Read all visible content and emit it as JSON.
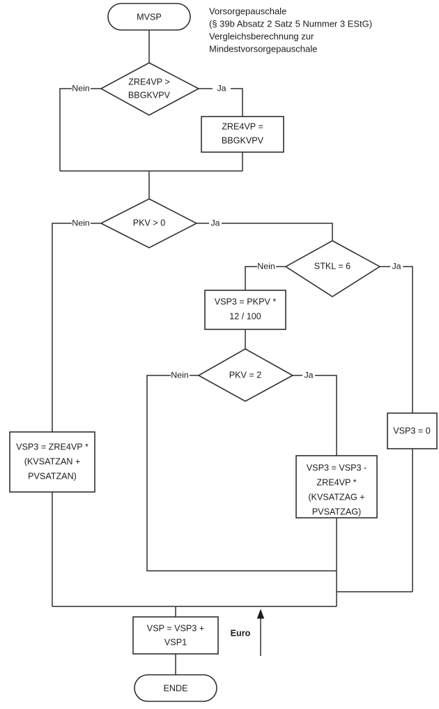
{
  "diagram": {
    "kind": "flowchart",
    "language": "de",
    "title_block": {
      "lines": [
        "Vorsorgepauschale",
        "(§ 39b Absatz 2 Satz 5 Nummer 3 EStG)",
        "Vergleichsberechnung zur",
        "Mindestvorsorgepauschale"
      ]
    },
    "colors": {
      "stroke": "#2f2f2f",
      "fill": "#ffffff",
      "text": "#1c1c1c",
      "background": "#ffffff"
    },
    "nodes": {
      "start": {
        "type": "terminator",
        "label": "MVSP"
      },
      "dec_zre4vp": {
        "type": "decision",
        "line1": "ZRE4VP >",
        "line2": "BBGKVPV"
      },
      "proc_zre4vp_set": {
        "type": "process",
        "line1": "ZRE4VP =",
        "line2": "BBGKVPV"
      },
      "dec_pkv_gt0": {
        "type": "decision",
        "line1": "PKV > 0"
      },
      "dec_stkl6": {
        "type": "decision",
        "line1": "STKL = 6"
      },
      "proc_vsp3_pkpv": {
        "type": "process",
        "line1": "VSP3 = PKPV *",
        "line2": "12 / 100"
      },
      "dec_pkv_eq2": {
        "type": "decision",
        "line1": "PKV = 2"
      },
      "proc_vsp3_zre4vp": {
        "type": "process",
        "line1": "VSP3 = ZRE4VP *",
        "line2": "(KVSATZAN +",
        "line3": "PVSATZAN)"
      },
      "proc_vsp3_minus": {
        "type": "process",
        "line1": "VSP3 = VSP3 -",
        "line2": "ZRE4VP *",
        "line3": "(KVSATZAG +",
        "line4": "PVSATZAG)"
      },
      "proc_vsp3_zero": {
        "type": "process",
        "line1": "VSP3 = 0"
      },
      "proc_vsp_sum": {
        "type": "process",
        "line1": "VSP = VSP3 +",
        "line2": "VSP1"
      },
      "end": {
        "type": "terminator",
        "label": "ENDE"
      }
    },
    "edge_labels": {
      "zre4vp_nein": "Nein",
      "zre4vp_ja": "Ja",
      "pkv_gt0_nein": "Nein",
      "pkv_gt0_ja": "Ja",
      "stkl6_nein": "Nein",
      "stkl6_ja": "Ja",
      "pkv_eq2_nein": "Nein",
      "pkv_eq2_ja": "Ja"
    },
    "annotations": {
      "euro_unit": "Euro"
    }
  }
}
